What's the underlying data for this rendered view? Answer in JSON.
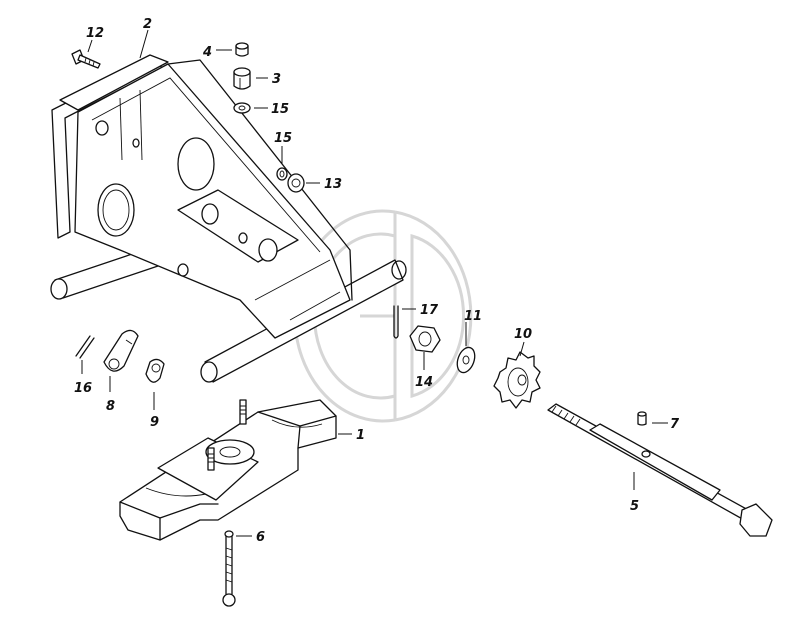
{
  "callouts": [
    {
      "key": "c1",
      "label": "1"
    },
    {
      "key": "c2",
      "label": "2"
    },
    {
      "key": "c3",
      "label": "3"
    },
    {
      "key": "c4",
      "label": "4"
    },
    {
      "key": "c5",
      "label": "5"
    },
    {
      "key": "c6",
      "label": "6"
    },
    {
      "key": "c7",
      "label": "7"
    },
    {
      "key": "c8",
      "label": "8"
    },
    {
      "key": "c9",
      "label": "9"
    },
    {
      "key": "c10",
      "label": "10"
    },
    {
      "key": "c11",
      "label": "11"
    },
    {
      "key": "c12",
      "label": "12"
    },
    {
      "key": "c13",
      "label": "13"
    },
    {
      "key": "c14",
      "label": "14"
    },
    {
      "key": "c15a",
      "label": "15"
    },
    {
      "key": "c15b",
      "label": "15"
    },
    {
      "key": "c16",
      "label": "16"
    },
    {
      "key": "c17",
      "label": "17"
    }
  ],
  "watermark": {
    "logo": "GD",
    "color": "#d6d6d6"
  }
}
